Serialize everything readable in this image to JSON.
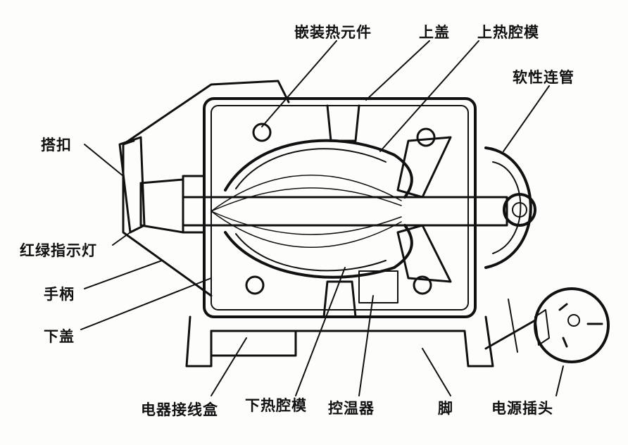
{
  "labels": {
    "embedded_heater": "嵌装热元件",
    "upper_cover": "上盖",
    "upper_heat_mold": "上热腔模",
    "flexible_hose": "软性连管",
    "latch": "搭扣",
    "indicator_lamp": "红绿指示灯",
    "handle": "手柄",
    "lower_cover": "下盖",
    "junction_box": "电器接线盒",
    "lower_heat_mold": "下热腔模",
    "thermostat": "控温器",
    "foot": "脚",
    "power_plug": "电源插头"
  },
  "colors": {
    "ink": "#111111",
    "paper": "#fdfdfb"
  }
}
